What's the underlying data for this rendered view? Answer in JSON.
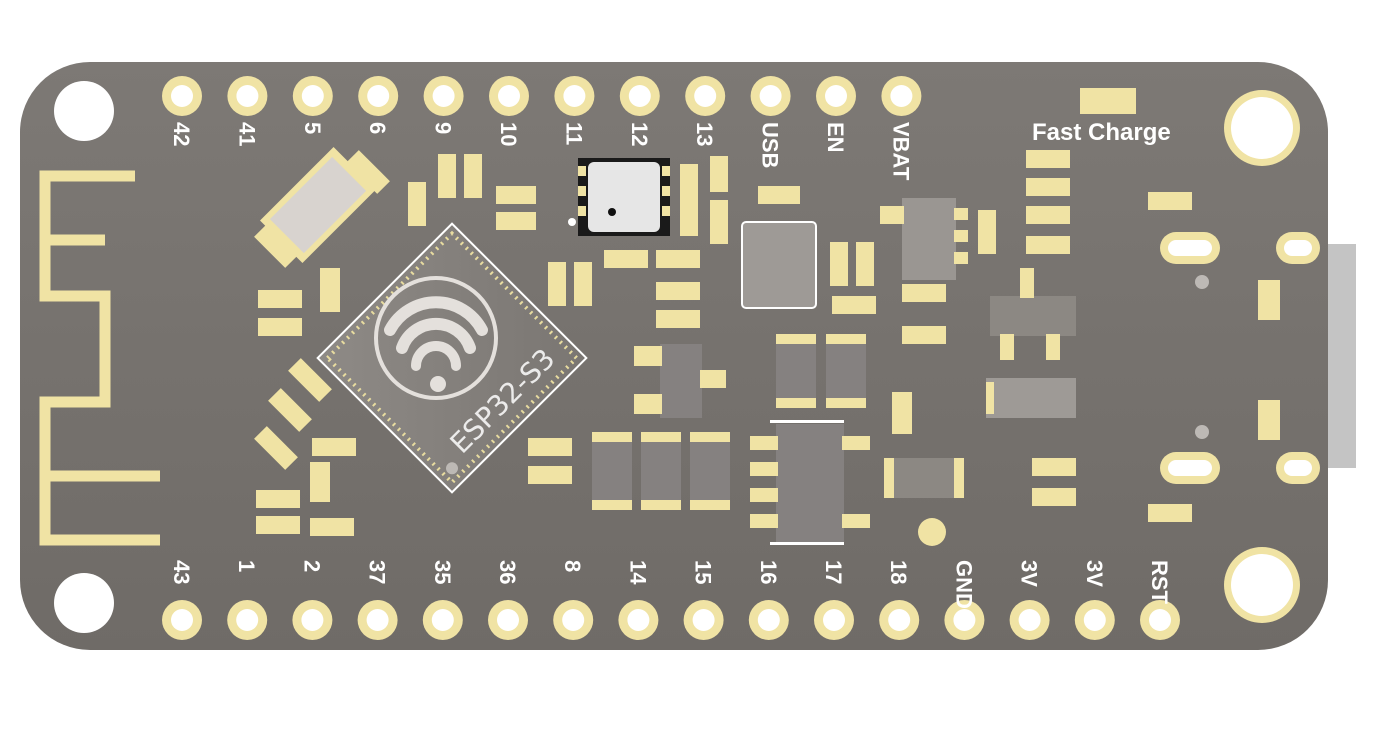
{
  "board": {
    "chip_label": "ESP32-S3",
    "fast_charge_label": "Fast Charge",
    "colors": {
      "pcb": "#787470",
      "pad": "#f0e3a4",
      "pad_hole": "#d6c98e",
      "component": "#8c8883",
      "silk": "#ffffff",
      "antenna": "#f0e3a4"
    },
    "top_pins": [
      "42",
      "41",
      "5",
      "6",
      "9",
      "10",
      "11",
      "12",
      "13",
      "USB",
      "EN",
      "VBAT"
    ],
    "bottom_pins": [
      "43",
      "1",
      "2",
      "37",
      "35",
      "36",
      "8",
      "14",
      "15",
      "16",
      "17",
      "18",
      "GND",
      "3V",
      "3V",
      "RST"
    ]
  }
}
